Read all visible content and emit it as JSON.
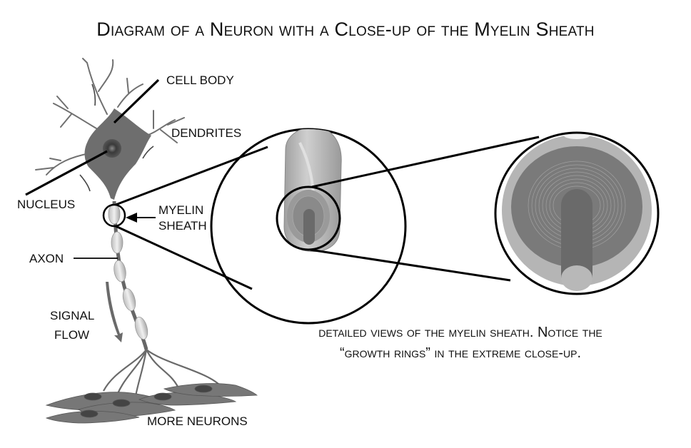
{
  "title": "Diagram of a Neuron with a Close-up of the Myelin Sheath",
  "labels": {
    "cell_body": "CELL BODY",
    "dendrites": "DENDRITES",
    "nucleus": "NUCLEUS",
    "myelin_line1": "MYELIN",
    "myelin_line2": "SHEATH",
    "axon": "AXON",
    "signal_line1": "SIGNAL",
    "signal_line2": "FLOW",
    "more_neurons": "MORE NEURONS"
  },
  "caption": {
    "line1": "detailed views of the myelin sheath. Notice the",
    "line2": "“growth rings” in the extreme close-up."
  },
  "colors": {
    "cell": "#6e6e6e",
    "sheath": "#c8c8c8",
    "outline": "#000000",
    "background": "#ffffff"
  }
}
